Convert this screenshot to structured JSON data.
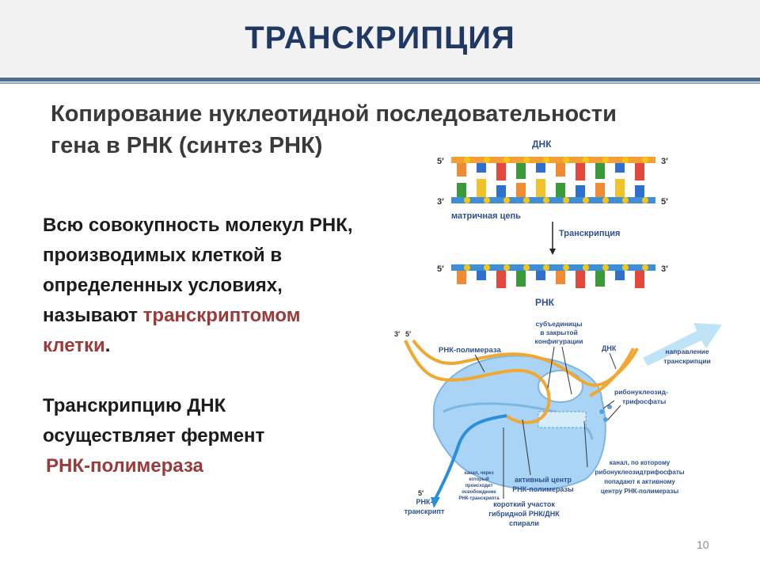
{
  "slide": {
    "title": "ТРАНСКРИПЦИЯ",
    "subtitle_line1": "Копирование нуклеотидной последовательности",
    "subtitle_line2": "гена в РНК (синтез РНК)",
    "paragraph1": {
      "text": "Всю совокупность молекул РНК, производимых клеткой в определенных условиях, называют ",
      "highlight": "транскриптомом клетки",
      "end": "."
    },
    "paragraph2": {
      "text": "Транскрипцию ДНК осуществляет фермент",
      "highlight": "РНК-полимераза"
    },
    "page_number": "10"
  },
  "diagram_dna": {
    "label_dna": "ДНК",
    "prime5": "5′",
    "prime3": "3′",
    "label_template": "матричная цепь",
    "label_transcription": "Транскрипция",
    "label_rna": "РНК"
  },
  "diagram_polymerase": {
    "prime3": "3′",
    "prime5": "5′",
    "label_polymerase": "РНК-полимераза",
    "label_subunits_1": "субъединицы",
    "label_subunits_2": "в закрытой",
    "label_subunits_3": "конфигурации",
    "label_dna": "ДНК",
    "label_direction_1": "направление",
    "label_direction_2": "транскрипции",
    "label_ntp_1": "рибонуклеозид-",
    "label_ntp_2": "трифосфаты",
    "label_exit_1": "канал, через",
    "label_exit_2": "который",
    "label_exit_3": "происходит",
    "label_exit_4": "освобождение",
    "label_exit_5": "РНК-транскрипта",
    "label_active_1": "активный центр",
    "label_active_2": "РНК-полимеразы",
    "label_channel_1": "канал, по которому",
    "label_channel_2": "рибонуклеозидтрифосфаты",
    "label_channel_3": "попадают к активному",
    "label_channel_4": "центру РНК-полимеразы",
    "label_hybrid_1": "короткий участок",
    "label_hybrid_2": "гибридной РНК/ДНК",
    "label_hybrid_3": "спирали",
    "label_transcript_1": "РНК-",
    "label_transcript_2": "транскрипт"
  },
  "colors": {
    "title": "#1f3864",
    "highlight": "#9a3a3a",
    "label_blue": "#2e4f8f",
    "backbone_orange": "#f2a035",
    "backbone_blue": "#3f8fd6",
    "enzyme": "#a9d4f5",
    "rna_strand": "#2a8fd8",
    "dna_strand": "#f0a830"
  }
}
